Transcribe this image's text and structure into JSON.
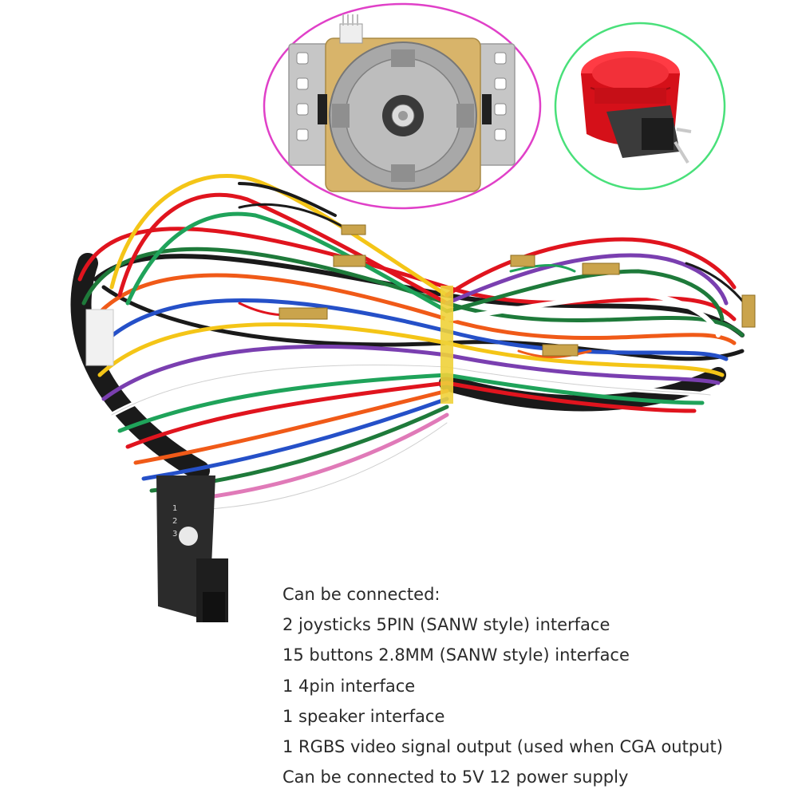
{
  "product_photo": {
    "description_lines_heading": "Can be connected:",
    "lines": [
      "2 joysticks 5PIN (SANW style) interface",
      "15 buttons 2.8MM (SANW style) interface",
      "1 4pin interface",
      "1 speaker interface",
      "1 RGBS video signal output (used when CGA output)",
      "Can be connected to 5V 12 power supply"
    ],
    "connector_print": [
      "1",
      "2",
      "3"
    ]
  },
  "colors": {
    "joystick_circle": "#e040c8",
    "button_circle": "#49e07a",
    "button_red": "#e0141e",
    "joystick_base": "#c9c9c9",
    "joystick_pcb": "#d8b46a",
    "connector": "#2b2b2b",
    "text": "#2a2a2a"
  },
  "icons": [
    "joystick-image",
    "push-button-image",
    "wire-harness-image",
    "edge-connector-image"
  ]
}
